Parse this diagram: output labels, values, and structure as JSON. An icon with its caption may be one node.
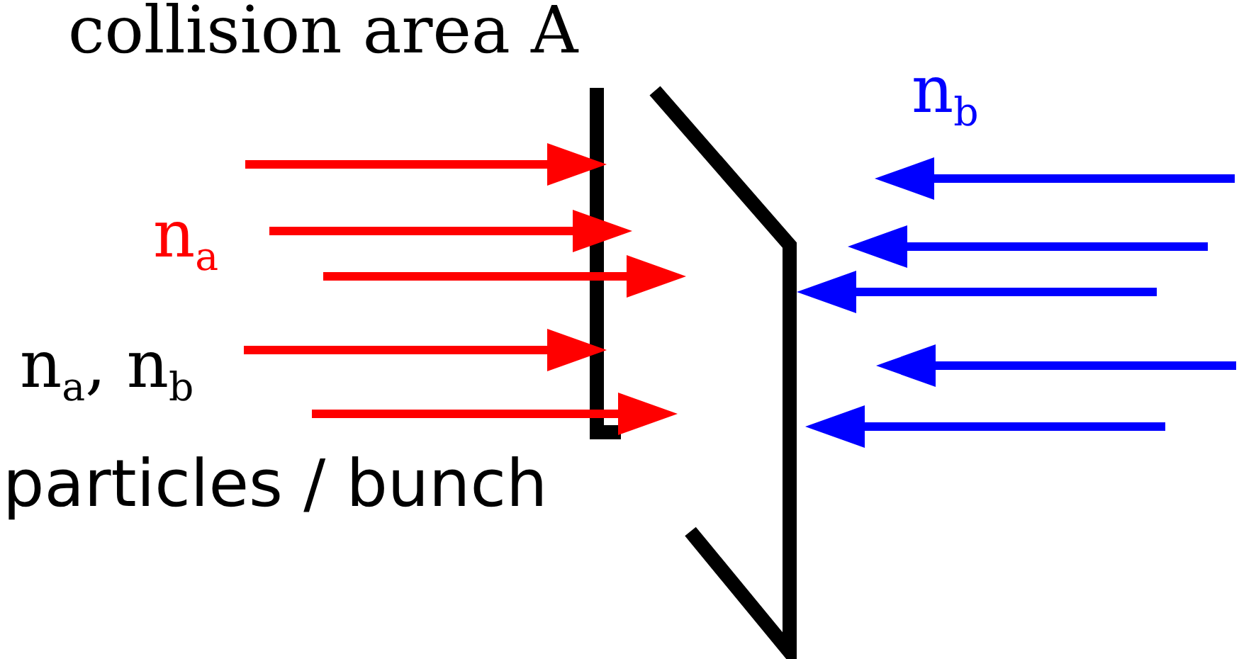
{
  "diagram": {
    "labels": [
      "collision area A",
      "n$_{b}$",
      "n$_{a}$",
      "n$_{a}$, n$_{b}$",
      "particles / bunch"
    ]
  }
}
